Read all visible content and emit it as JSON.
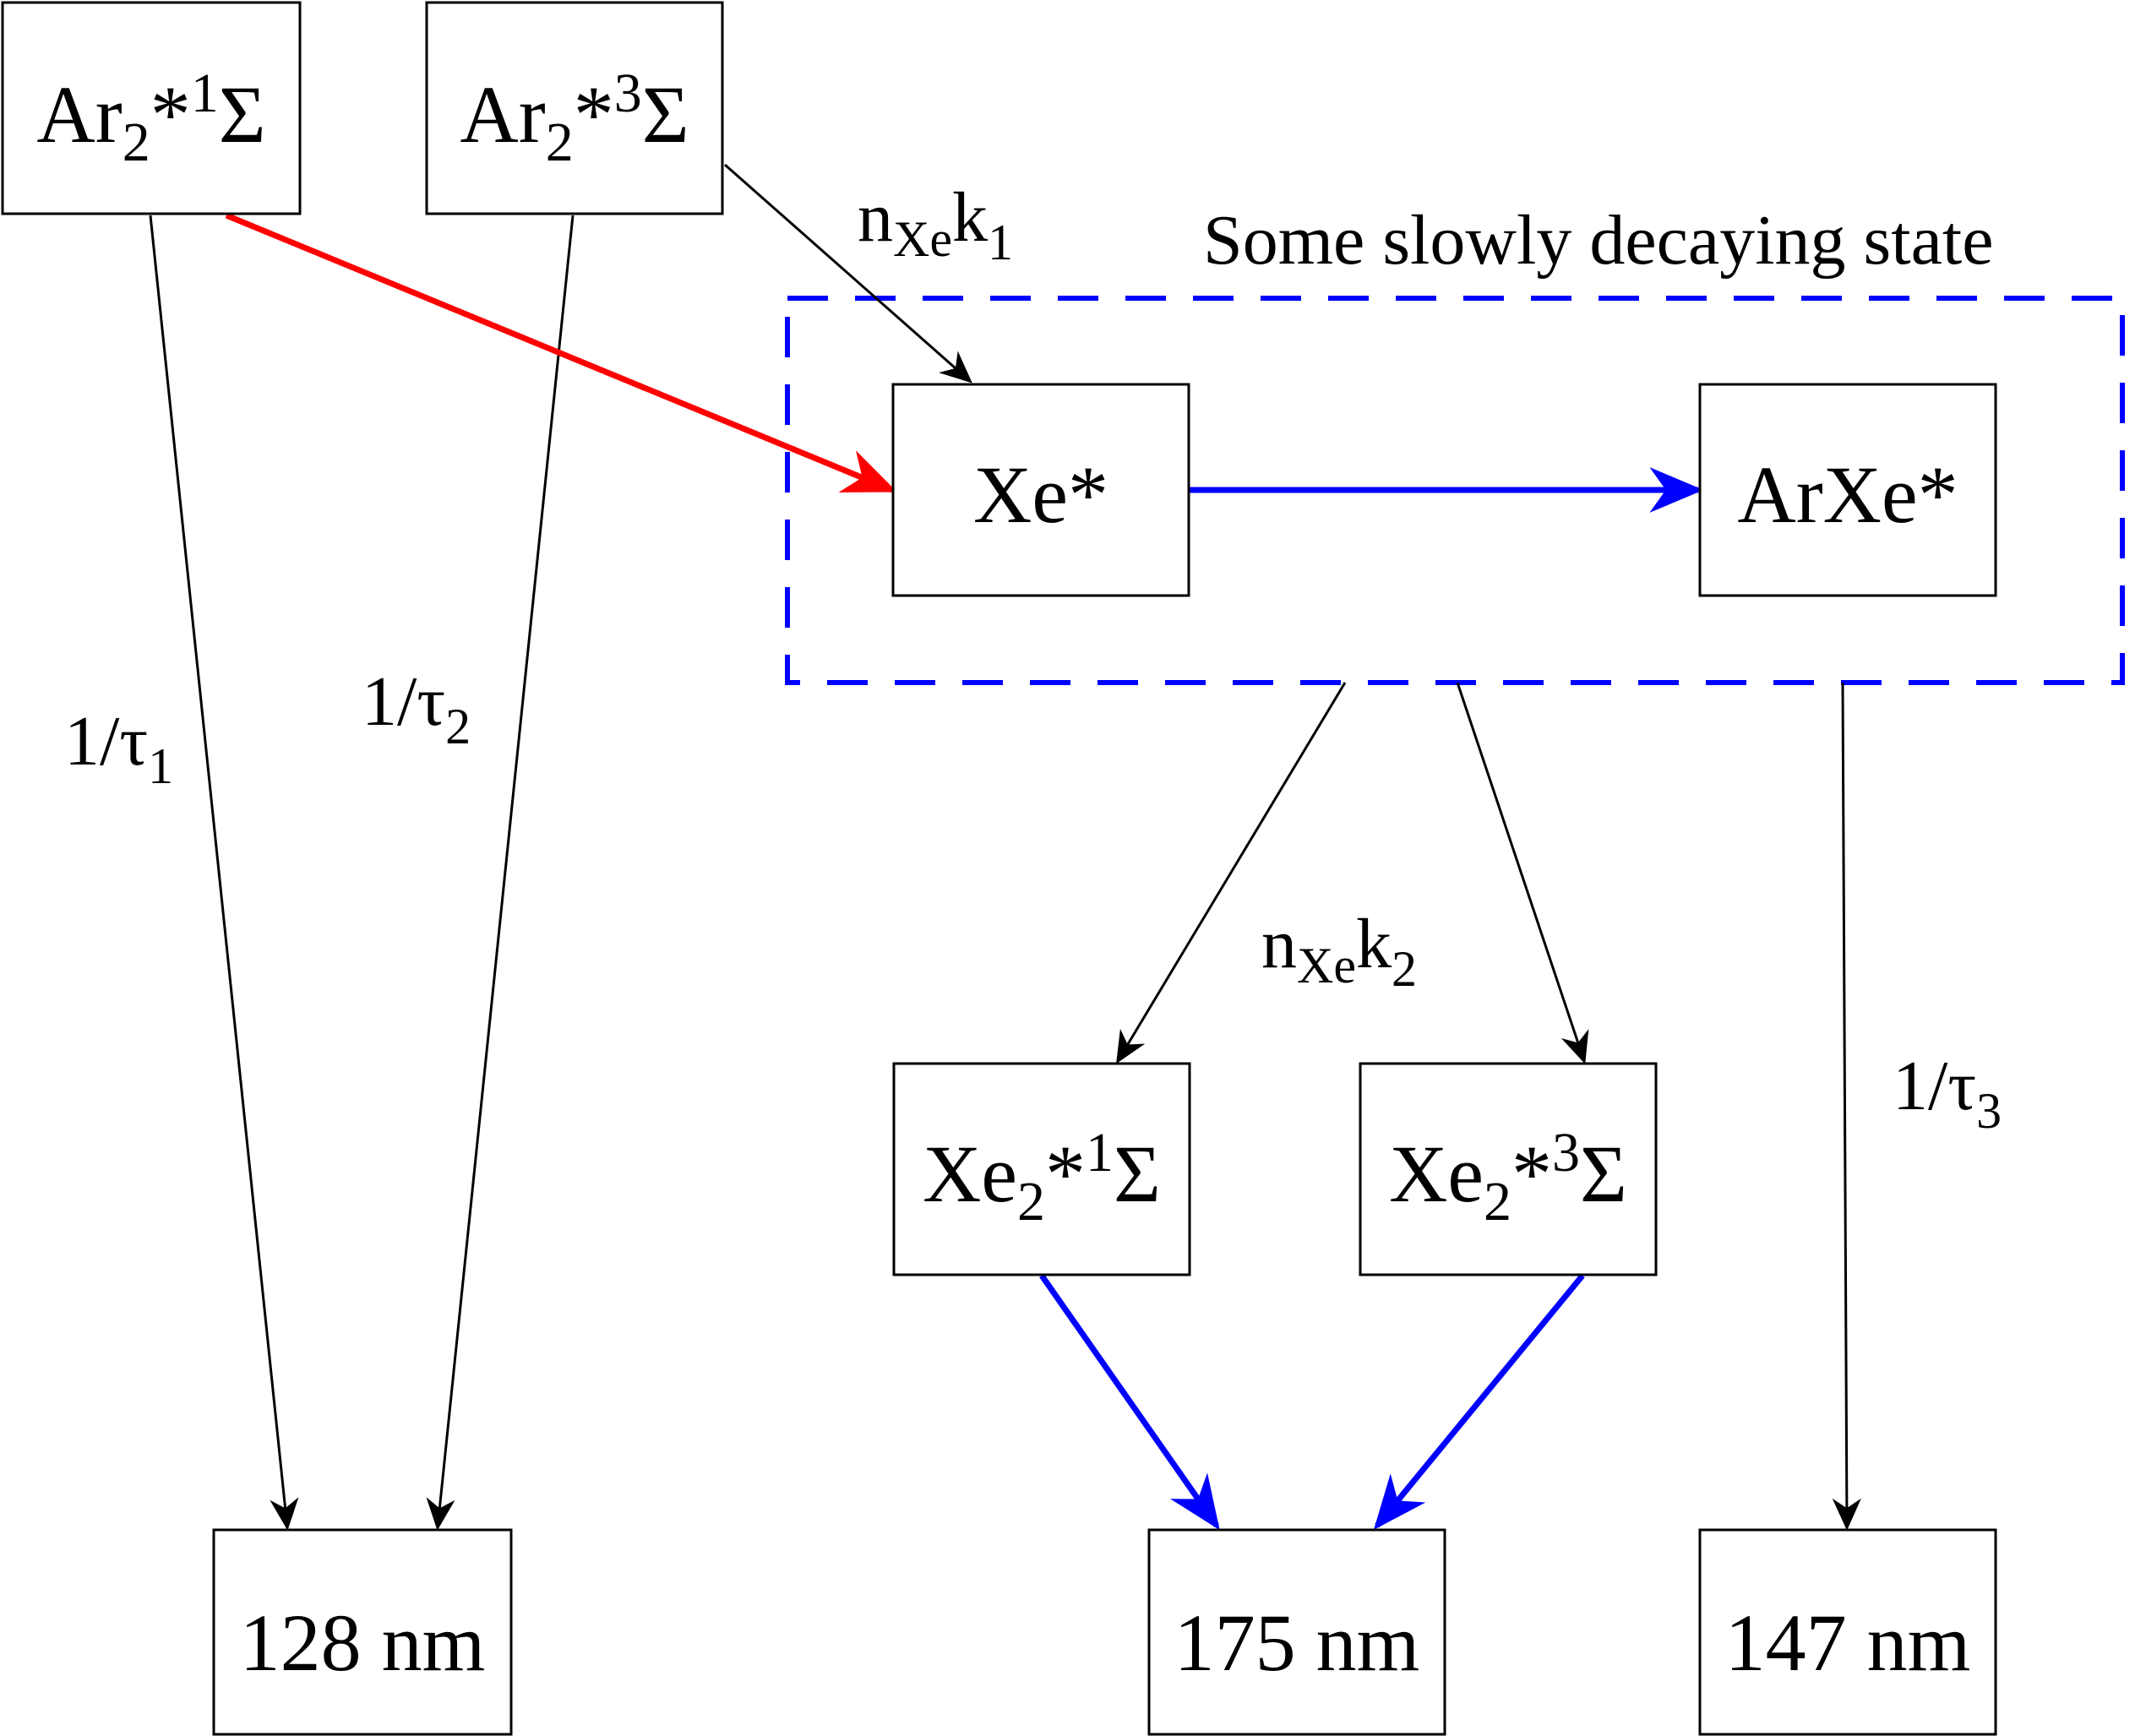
{
  "nodes": {
    "ar2_singlet": {
      "base": "Ar",
      "sub": "2",
      "star": "*",
      "sup": "1",
      "sym": "Σ"
    },
    "ar2_triplet": {
      "base": "Ar",
      "sub": "2",
      "star": "*",
      "sup": "3",
      "sym": "Σ"
    },
    "xe_star": {
      "text": "Xe*"
    },
    "arxe_star": {
      "text": "ArXe*"
    },
    "xe2_singlet": {
      "base": "Xe",
      "sub": "2",
      "star": "*",
      "sup": "1",
      "sym": "Σ"
    },
    "xe2_triplet": {
      "base": "Xe",
      "sub": "2",
      "star": "*",
      "sup": "3",
      "sym": "Σ"
    },
    "out_128": {
      "text": "128 nm"
    },
    "out_175": {
      "text": "175 nm"
    },
    "out_147": {
      "text": "147 nm"
    }
  },
  "group": {
    "label": "Some slowly decaying state"
  },
  "rates": {
    "tau1": {
      "base": "1/τ",
      "sub": "1"
    },
    "tau2": {
      "base": "1/τ",
      "sub": "2"
    },
    "tau3": {
      "base": "1/τ",
      "sub": "3"
    },
    "k1": {
      "n": "n",
      "nsub": "Xe",
      "k": "k",
      "ksub": "1"
    },
    "k2": {
      "n": "n",
      "nsub": "Xe",
      "k": "k",
      "ksub": "2"
    }
  },
  "colors": {
    "red": "#ff0000",
    "blue": "#0000ff",
    "black": "#000000"
  }
}
